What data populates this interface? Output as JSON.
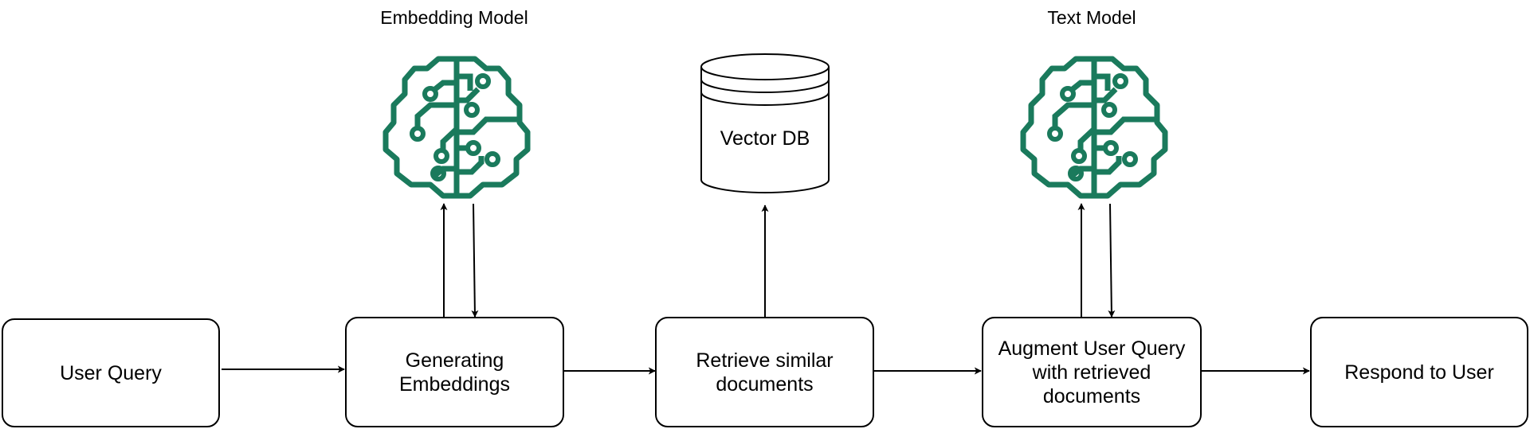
{
  "colors": {
    "brain": "#1a7a5c",
    "stroke": "#000000",
    "background": "#ffffff"
  },
  "models": {
    "embedding": {
      "label": "Embedding Model",
      "icon": "brain-circuit-icon"
    },
    "text": {
      "label": "Text Model",
      "icon": "brain-circuit-icon"
    }
  },
  "database": {
    "label": "Vector DB",
    "icon": "database-cylinder-icon"
  },
  "steps": {
    "user_query": "User Query",
    "generating_embeddings": "Generating Embeddings",
    "retrieve_documents": "Retrieve similar documents",
    "augment_query": "Augment User Query with retrieved documents",
    "respond": "Respond to User"
  }
}
